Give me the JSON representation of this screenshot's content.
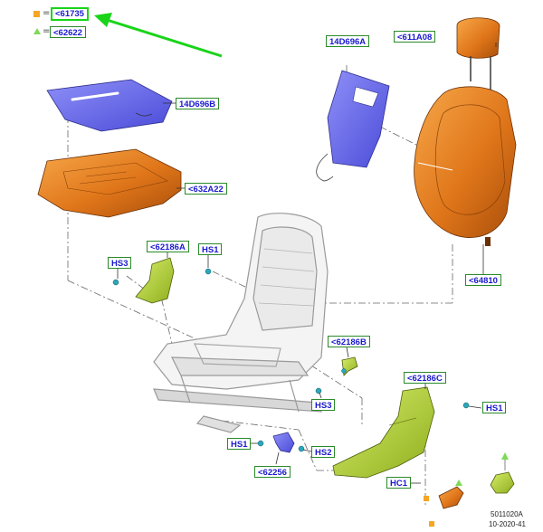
{
  "legend": {
    "items": [
      {
        "symbol": "orange-square",
        "color": "#f5a623",
        "label": "<61735"
      },
      {
        "symbol": "green-triangle",
        "color": "#7ed957",
        "label": "<62622"
      }
    ],
    "equals": "="
  },
  "callouts": {
    "c14D696A": "14D696A",
    "c611A08": "<611A08",
    "c14D696B": "14D696B",
    "c632A22": "<632A22",
    "c62186A": "<62186A",
    "cHS1a": "HS1",
    "cHS3a": "HS3",
    "c64810": "<64810",
    "c62186B": "<62186B",
    "cHS3b": "HS3",
    "c62186C": "<62186C",
    "cHS1b": "HS1",
    "cHS1c": "HS1",
    "cHS2": "HS2",
    "c62256": "<62256",
    "cHC1": "HC1"
  },
  "drawing_info": {
    "code": "5011020A",
    "date": "10-2020-41"
  },
  "colors": {
    "callout_border": "#2a8a2a",
    "callout_text": "#1a1ad0",
    "highlight": "#19d419",
    "orange_part": "#e07a1a",
    "blue_part": "#6d6ef0",
    "green_part": "#b8d63a"
  }
}
